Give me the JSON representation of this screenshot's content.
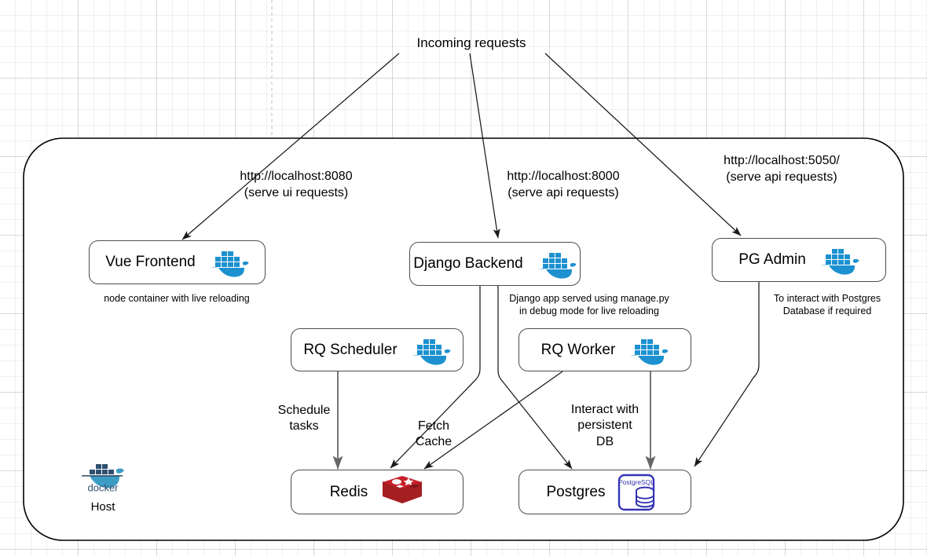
{
  "diagram": {
    "title": "Incoming requests",
    "host_label": "Host",
    "host_logo_word": "docker"
  },
  "entrypoints": [
    {
      "name": "vue",
      "url": "http://localhost:8080",
      "purpose": "(serve ui requests)"
    },
    {
      "name": "django",
      "url": "http://localhost:8000",
      "purpose": "(serve api requests)"
    },
    {
      "name": "pgadmin",
      "url": "http://localhost:5050/",
      "purpose": "(serve api requests)"
    }
  ],
  "services": [
    {
      "id": "vue",
      "label": "Vue Frontend",
      "logo": "docker-logo",
      "caption": "node container with live reloading"
    },
    {
      "id": "django",
      "label": "Django Backend",
      "logo": "docker-logo",
      "caption": "Django app served using manage.py\nin debug mode for live reloading"
    },
    {
      "id": "pgadmin",
      "label": "PG Admin",
      "logo": "docker-logo",
      "caption": "To interact with Postgres\nDatabase if required"
    },
    {
      "id": "scheduler",
      "label": "RQ Scheduler",
      "logo": "docker-logo",
      "caption": ""
    },
    {
      "id": "worker",
      "label": "RQ Worker",
      "logo": "docker-logo",
      "caption": ""
    },
    {
      "id": "redis",
      "label": "Redis",
      "logo": "redis-logo",
      "caption": ""
    },
    {
      "id": "postgres",
      "label": "Postgres",
      "logo": "postgresql-logo",
      "caption": ""
    }
  ],
  "edge_labels": {
    "schedule_tasks": "Schedule\ntasks",
    "fetch_cache": "Fetch\nCache",
    "persistent_db": "Interact with\npersistent\nDB"
  },
  "logos": {
    "postgresql_word": "PostgreSQL"
  },
  "colors": {
    "docker_blue": "#1d91d0",
    "redis_red": "#c6202a",
    "postgres_blue": "#3333b3",
    "box_border": "#4d4d4d",
    "host_border": "#000000",
    "arrow": "#1a1a1a",
    "arrow_gray": "#666666"
  }
}
